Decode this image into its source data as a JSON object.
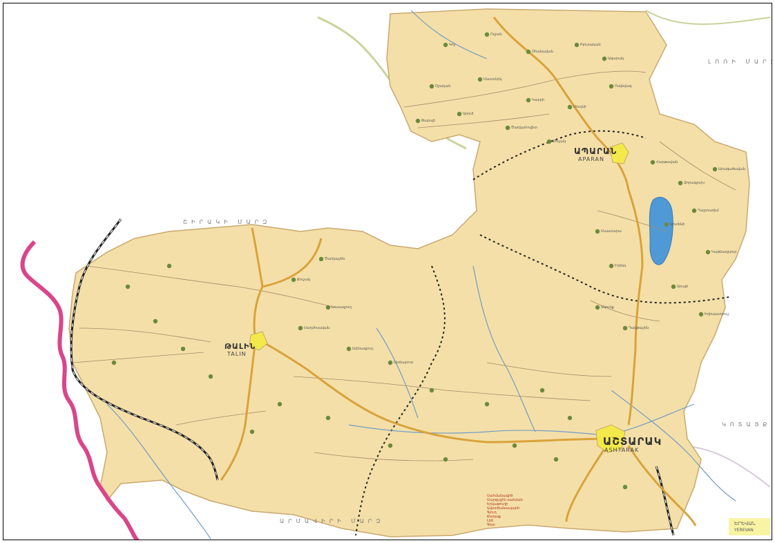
{
  "map": {
    "colors": {
      "land": "#f4dfa8",
      "land_edge": "#c9a86e",
      "outside": "#ffffff",
      "neighbor_edge": "#c9d39a",
      "highway": "#d9a23a",
      "road": "#a08a6a",
      "river": "#6f9cc4",
      "lake": "#4f9ad6",
      "railway": "#222222",
      "border": "#d9468a",
      "city": "#f3e94a",
      "village": "#6b8a3a",
      "dotted_boundary": "#222222"
    },
    "cities": [
      {
        "id": "ashtarak",
        "name": "ԱՇՏԱՐԱԿ",
        "latin": "ASHTARAK"
      },
      {
        "id": "aparan",
        "name": "ԱՊԱՐԱՆ",
        "latin": "APARAN"
      },
      {
        "id": "talin",
        "name": "ԹԱԼԻՆ",
        "latin": "TALIN"
      }
    ],
    "regions": [
      {
        "id": "kotayk",
        "text": "ԿՈՏԱՅՔ ՄԱՐԶ"
      },
      {
        "id": "lori",
        "text": "ԼՈՌԻ ՄԱՐԶ"
      },
      {
        "id": "shirak",
        "text": "ՇԻՐԱԿԻ ՄԱՐԶ"
      },
      {
        "id": "armavir",
        "text": "ԱՐՄԱՎԻՐԻ ՄԱՐԶ"
      }
    ],
    "outside_labels": [
      {
        "id": "yerevan",
        "text": "ԵՐԵՎԱՆ"
      },
      {
        "id": "yerevan-latin",
        "text": "YEREVAN"
      }
    ],
    "villages": [
      "Կոշ",
      "Ուջան",
      "Օհանավան",
      "Բյուրական",
      "Ագարակ",
      "Օշական",
      "Սասունիկ",
      "Կարբի",
      "Մուղնի",
      "Ոսկեվազ",
      "Փարպի",
      "Արուճ",
      "Ծաղկահովիտ",
      "Քուչակ",
      "Հարթավան",
      "Ձորագլուխ",
      "Արագածավան",
      "Արտենի",
      "Դաշտադեմ",
      "Կաթնաղբյուր",
      "Մաստարա",
      "Իրինդ",
      "Ակունք",
      "Դավթաշեն",
      "Արայի",
      "Եղիպատրուշ",
      "Ծաղկաշեն",
      "Քուչակ",
      "Լուսագյուղ",
      "Սաղմոսավան",
      "Ափնագյուղ",
      "Լեռնարոտ"
    ],
    "legend": [
      "Սահմանագիծ",
      "Մարզային սահման",
      "Երկաթուղի",
      "Ավտոճանապարհ",
      "Գյուղ",
      "Քաղաք",
      "Լիճ",
      "Գետ"
    ]
  }
}
